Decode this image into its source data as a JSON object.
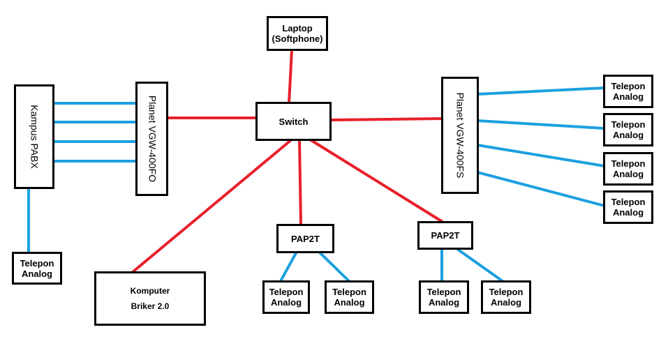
{
  "colors": {
    "ethernet": "#e8202a",
    "analog": "#1ca0e0",
    "box_border": "#000000"
  },
  "nodes": {
    "laptop": {
      "line1": "Laptop",
      "line2": "(Softphone)"
    },
    "switch": {
      "label": "Switch"
    },
    "kampus_pabx": {
      "label": "Kampus PABX"
    },
    "vgw_400fo": {
      "label": "Planet VGW-400FO"
    },
    "vgw_400fs": {
      "label": "Planet VGW-400FS"
    },
    "pap2t_1": {
      "label": "PAP2T"
    },
    "pap2t_2": {
      "label": "PAP2T"
    },
    "komputer": {
      "line1": "Komputer",
      "line2": "Briker 2.0"
    },
    "telepon": {
      "line1": "Telepon",
      "line2": "Analog"
    }
  }
}
